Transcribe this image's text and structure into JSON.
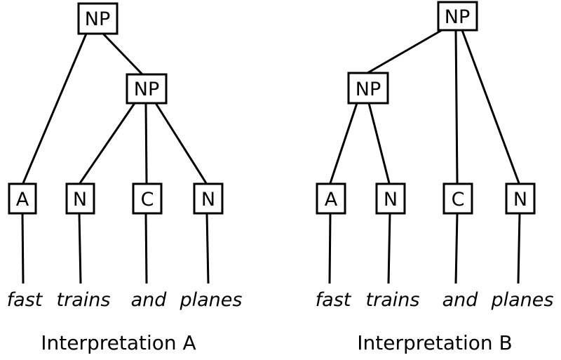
{
  "figure": {
    "description": "Two constituency parse trees for the phrase 'fast trains and planes' showing an attachment ambiguity",
    "colors": {
      "background": "#ffffff",
      "ink": "#000000"
    }
  },
  "trees": [
    {
      "caption": "Interpretation A",
      "root": "NP",
      "inner": "NP",
      "pos": [
        "A",
        "N",
        "C",
        "N"
      ],
      "words": [
        "fast",
        "trains",
        "and",
        "planes"
      ],
      "root_children": [
        "A",
        "NP"
      ],
      "inner_children": [
        "N",
        "C",
        "N"
      ]
    },
    {
      "caption": "Interpretation B",
      "root": "NP",
      "inner": "NP",
      "pos": [
        "A",
        "N",
        "C",
        "N"
      ],
      "words": [
        "fast",
        "trains",
        "and",
        "planes"
      ],
      "root_children": [
        "NP",
        "C",
        "N"
      ],
      "inner_children": [
        "A",
        "N"
      ]
    }
  ]
}
